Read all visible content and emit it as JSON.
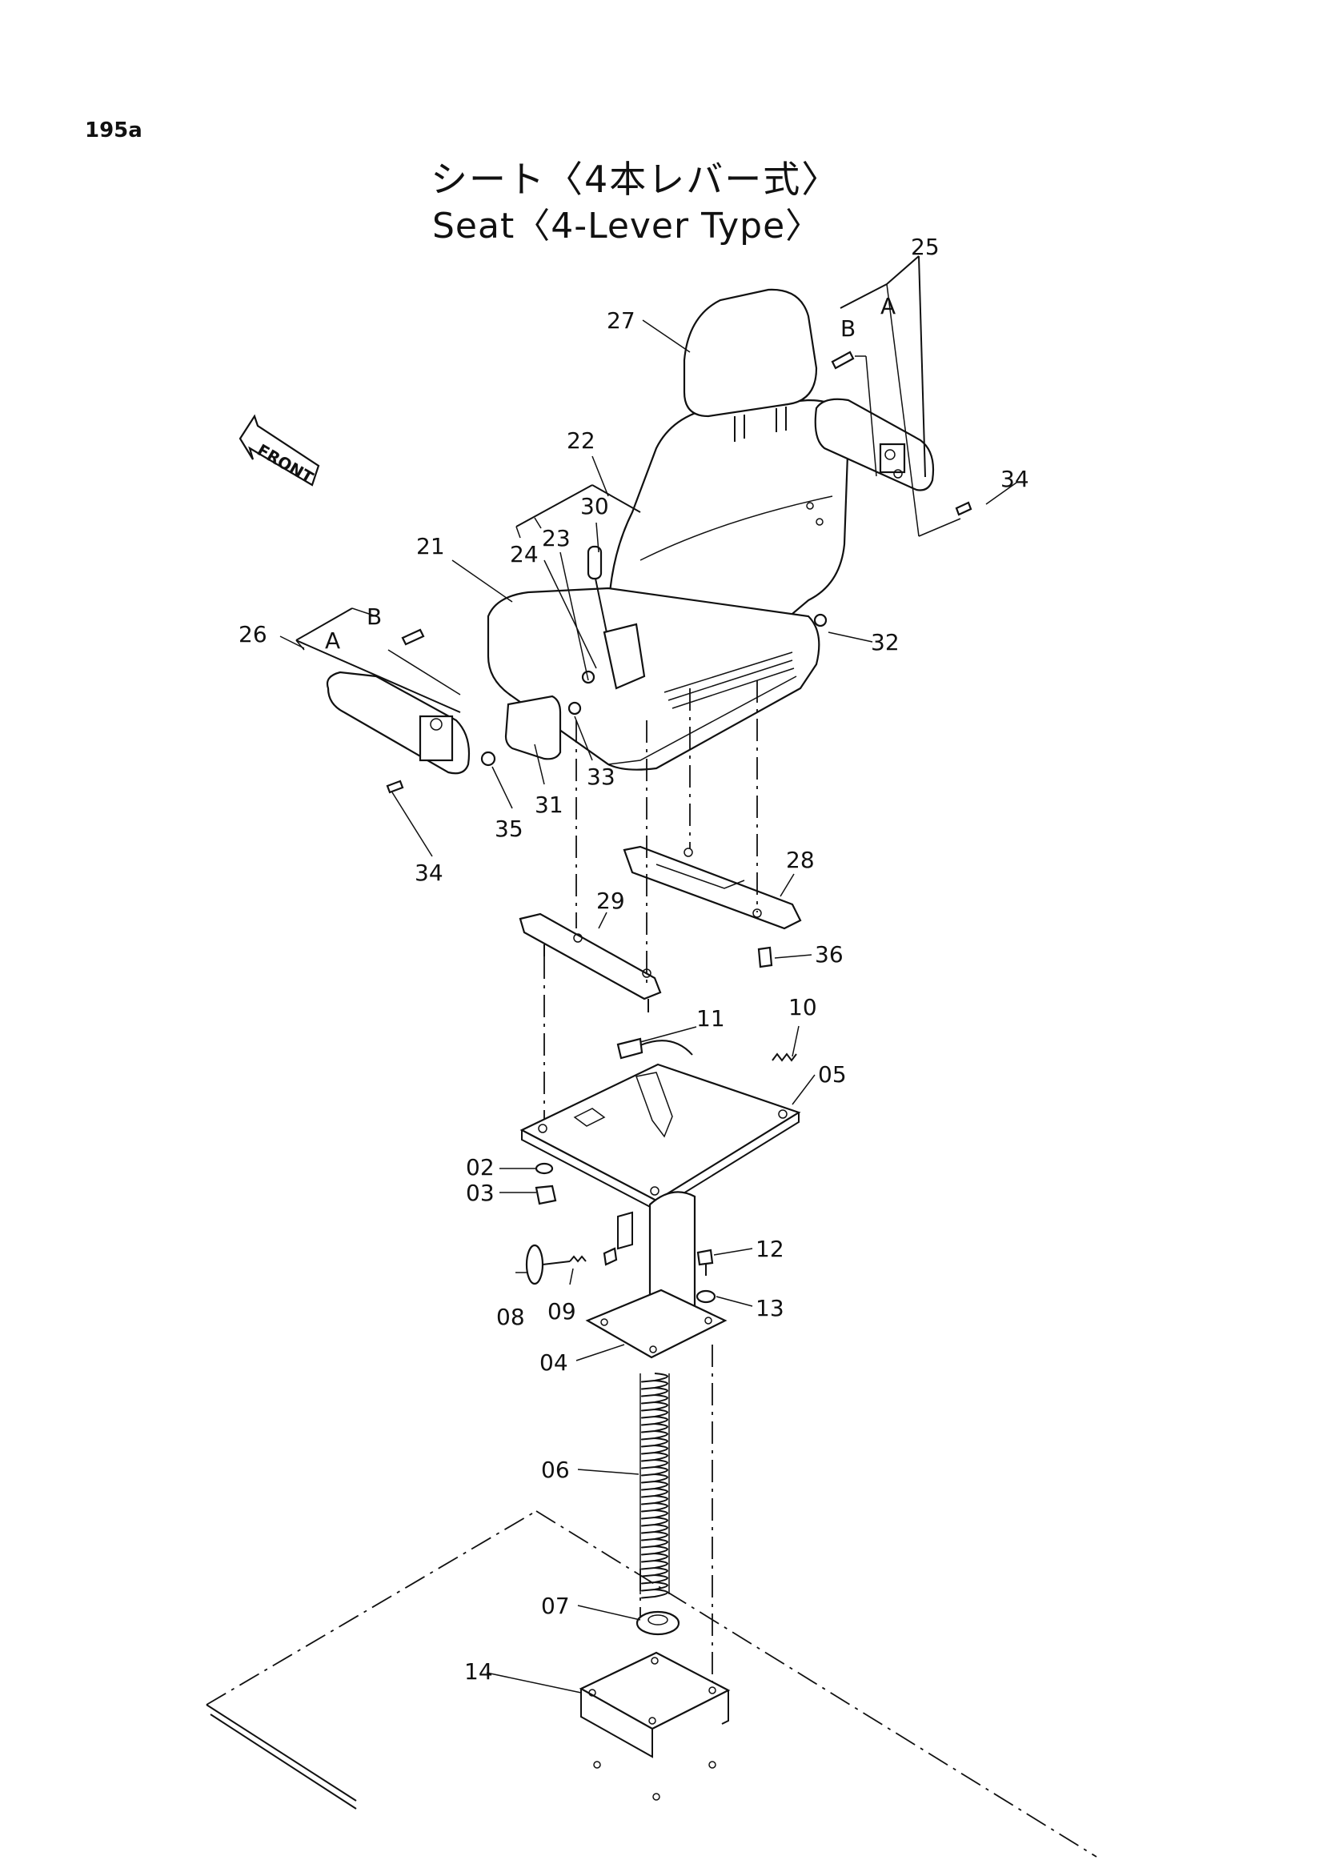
{
  "page_number": "195a",
  "title_jp": "シート〈4本レバー式〉",
  "title_en": "Seat〈4-Lever Type〉",
  "front_label": "FRONT",
  "sub_labels": {
    "a": "A",
    "b": "B"
  },
  "callouts": {
    "p02": "02",
    "p03": "03",
    "p04": "04",
    "p05": "05",
    "p06": "06",
    "p07": "07",
    "p08": "08",
    "p09": "09",
    "p10": "10",
    "p11": "11",
    "p12": "12",
    "p13": "13",
    "p14": "14",
    "p21": "21",
    "p22": "22",
    "p23": "23",
    "p24": "24",
    "p25": "25",
    "p26": "26",
    "p27": "27",
    "p28": "28",
    "p29": "29",
    "p30": "30",
    "p31": "31",
    "p32": "32",
    "p33": "33",
    "p34a": "34",
    "p34b": "34",
    "p35": "35",
    "p36": "36"
  }
}
